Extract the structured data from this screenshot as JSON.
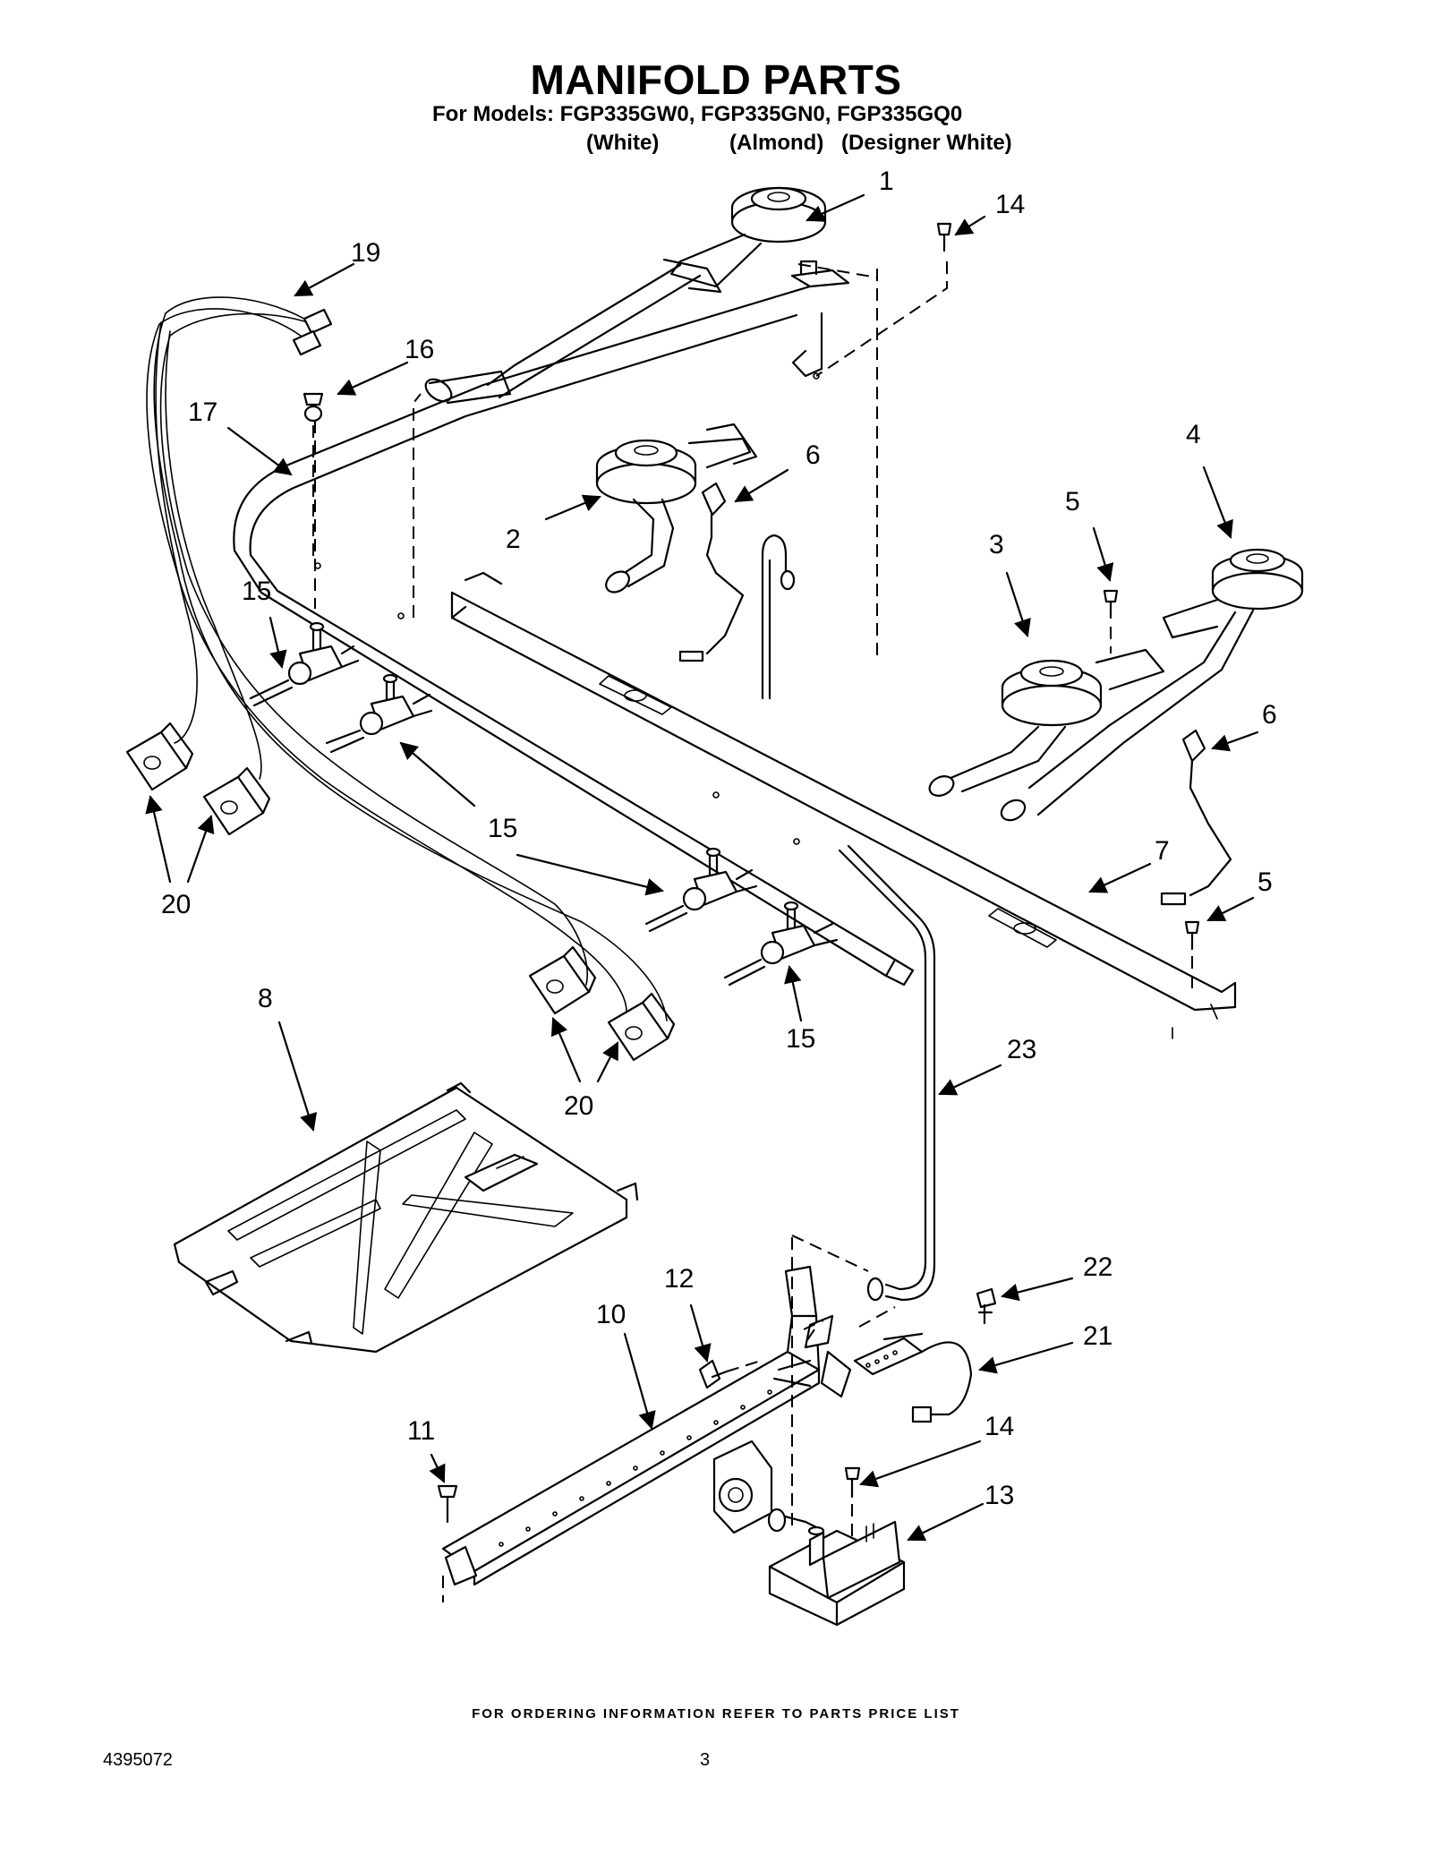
{
  "header": {
    "title": "MANIFOLD PARTS",
    "models": "For Models: FGP335GW0, FGP335GN0, FGP335GQ0",
    "color_white": "(White)",
    "color_almond": "(Almond)",
    "color_designer": "(Designer White)"
  },
  "callouts": {
    "c1": "1",
    "c2": "2",
    "c3": "3",
    "c4": "4",
    "c5a": "5",
    "c5b": "5",
    "c6a": "6",
    "c6b": "6",
    "c7": "7",
    "c8": "8",
    "c10": "10",
    "c11": "11",
    "c12": "12",
    "c13": "13",
    "c14a": "14",
    "c14b": "14",
    "c15a": "15",
    "c15b": "15",
    "c15c": "15",
    "c16": "16",
    "c17": "17",
    "c19": "19",
    "c20a": "20",
    "c20b": "20",
    "c21": "21",
    "c22": "22",
    "c23": "23"
  },
  "footer": {
    "ordering_note": "FOR ORDERING INFORMATION REFER TO PARTS PRICE LIST",
    "document_number": "4395072",
    "page_number": "3"
  }
}
